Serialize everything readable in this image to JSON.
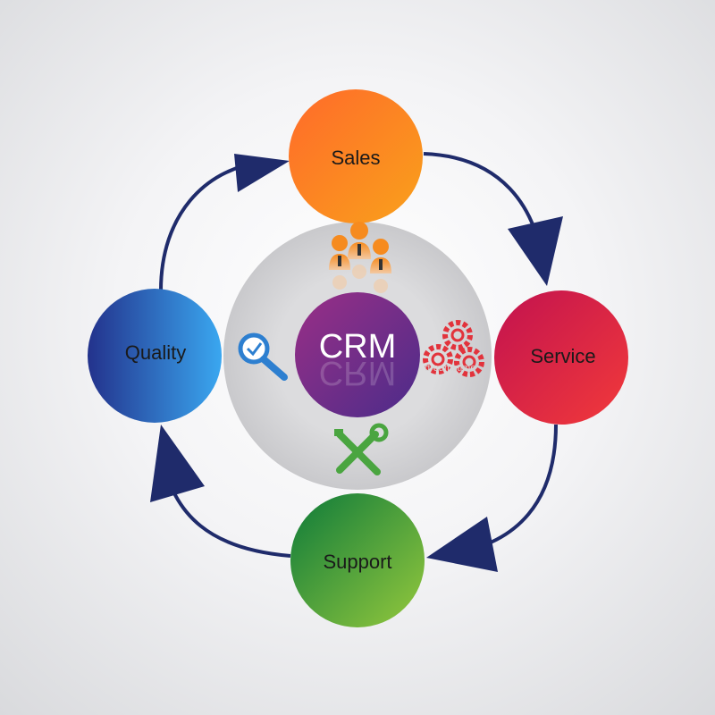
{
  "diagram": {
    "center": {
      "label": "CRM"
    },
    "nodes": [
      {
        "id": "sales",
        "label": "Sales"
      },
      {
        "id": "service",
        "label": "Service"
      },
      {
        "id": "support",
        "label": "Support"
      },
      {
        "id": "quality",
        "label": "Quality"
      }
    ],
    "colors": {
      "sales": "#f7941d",
      "service": "#e8303a",
      "support": "#5aa532",
      "quality": "#2f7fd8",
      "center": "#6a2f8e",
      "ring": "#d7d7d9",
      "arrow": "#1f2b6b",
      "people": "#f7941d",
      "gears": "#e2333c",
      "magnifier": "#2d7fd0",
      "tools": "#4aa540"
    },
    "icons": [
      "people-icon",
      "gears-icon",
      "tools-icon",
      "magnifier-icon"
    ],
    "watermark": "dreamstime"
  }
}
